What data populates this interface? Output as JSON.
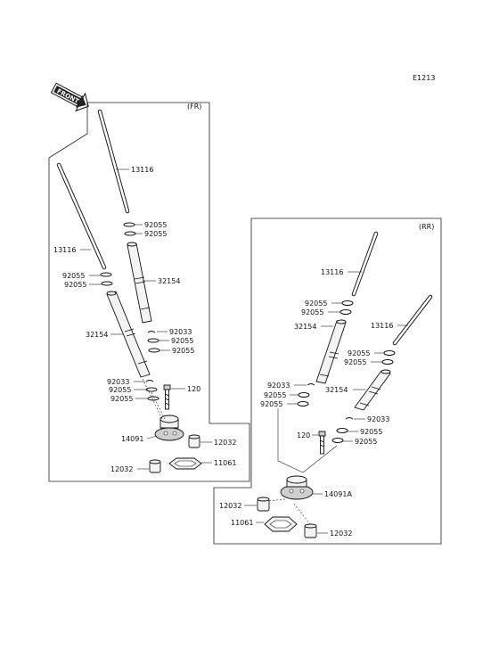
{
  "diagram_code": "E1213",
  "front_badge": "FRONT",
  "fr_section": {
    "label": "(FR)",
    "callouts": [
      {
        "id": "fr-pushrod-upper",
        "text": "13116"
      },
      {
        "id": "fr-seal-a1",
        "text": "92055"
      },
      {
        "id": "fr-seal-a2",
        "text": "92055"
      },
      {
        "id": "fr-pushrod-lower",
        "text": "13116"
      },
      {
        "id": "fr-seal-b1",
        "text": "92055"
      },
      {
        "id": "fr-seal-b2",
        "text": "92055"
      },
      {
        "id": "fr-tube-upper",
        "text": "32154"
      },
      {
        "id": "fr-circlip-a",
        "text": "92033"
      },
      {
        "id": "fr-seal-c1",
        "text": "92055"
      },
      {
        "id": "fr-seal-c2",
        "text": "92055"
      },
      {
        "id": "fr-tube-lower",
        "text": "32154"
      },
      {
        "id": "fr-circlip-b",
        "text": "92033"
      },
      {
        "id": "fr-seal-d1",
        "text": "92055"
      },
      {
        "id": "fr-seal-d2",
        "text": "92055"
      },
      {
        "id": "fr-bolt",
        "text": "120"
      },
      {
        "id": "fr-holder",
        "text": "14091"
      },
      {
        "id": "fr-lifter-a",
        "text": "12032"
      },
      {
        "id": "fr-gasket",
        "text": "11061"
      },
      {
        "id": "fr-lifter-b",
        "text": "12032"
      }
    ]
  },
  "rr_section": {
    "label": "(RR)",
    "callouts": [
      {
        "id": "rr-pushrod-a",
        "text": "13116"
      },
      {
        "id": "rr-seal-a1",
        "text": "92055"
      },
      {
        "id": "rr-seal-a2",
        "text": "92055"
      },
      {
        "id": "rr-tube-a",
        "text": "32154"
      },
      {
        "id": "rr-pushrod-b",
        "text": "13116"
      },
      {
        "id": "rr-seal-b1",
        "text": "92055"
      },
      {
        "id": "rr-seal-b2",
        "text": "92055"
      },
      {
        "id": "rr-circlip-a",
        "text": "92033"
      },
      {
        "id": "rr-seal-c1",
        "text": "92055"
      },
      {
        "id": "rr-seal-c2",
        "text": "92055"
      },
      {
        "id": "rr-tube-b",
        "text": "32154"
      },
      {
        "id": "rr-circlip-b",
        "text": "92033"
      },
      {
        "id": "rr-bolt",
        "text": "120"
      },
      {
        "id": "rr-seal-d1",
        "text": "92055"
      },
      {
        "id": "rr-seal-d2",
        "text": "92055"
      },
      {
        "id": "rr-holder",
        "text": "14091A"
      },
      {
        "id": "rr-lifter-a",
        "text": "12032"
      },
      {
        "id": "rr-gasket",
        "text": "11061"
      },
      {
        "id": "rr-lifter-b",
        "text": "12032"
      }
    ]
  }
}
